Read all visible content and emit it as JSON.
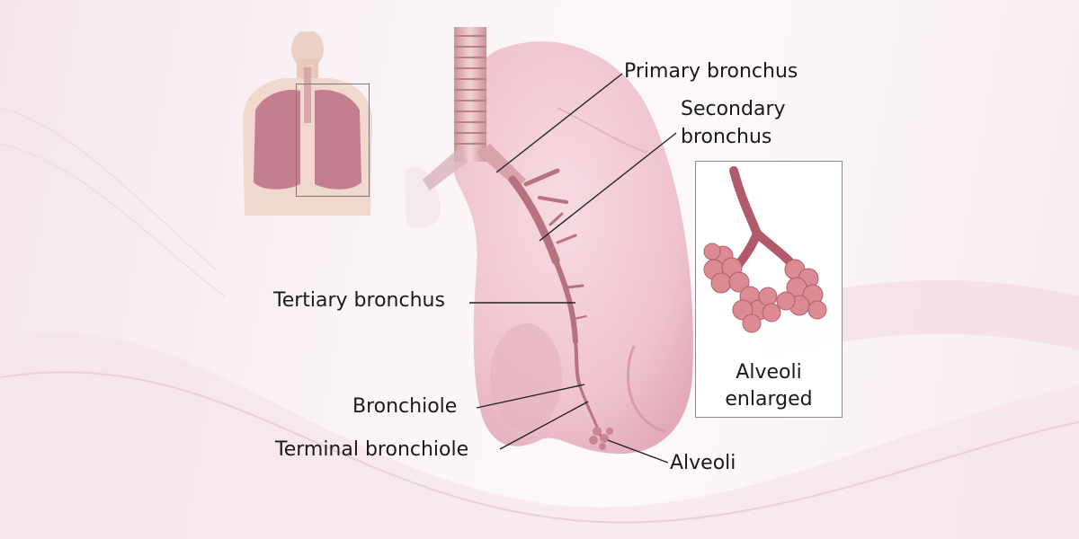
{
  "labels": {
    "primary_bronchus": "Primary bronchus",
    "secondary_bronchus_line1": "Secondary",
    "secondary_bronchus_line2": "bronchus",
    "tertiary_bronchus": "Tertiary bronchus",
    "bronchiole": "Bronchiole",
    "terminal_bronchiole": "Terminal bronchiole",
    "alveoli": "Alveoli"
  },
  "inset": {
    "caption_line1": "Alveoli",
    "caption_line2": "enlarged"
  },
  "colors": {
    "lung": "#f2c9d3",
    "lung_shadow": "#e0a8b8",
    "trachea": "#e8b8bf",
    "bronchi": "#c98a96",
    "alveoli": "#d98a94",
    "leader_line": "#222222",
    "inset_border": "#8d8d8d"
  }
}
